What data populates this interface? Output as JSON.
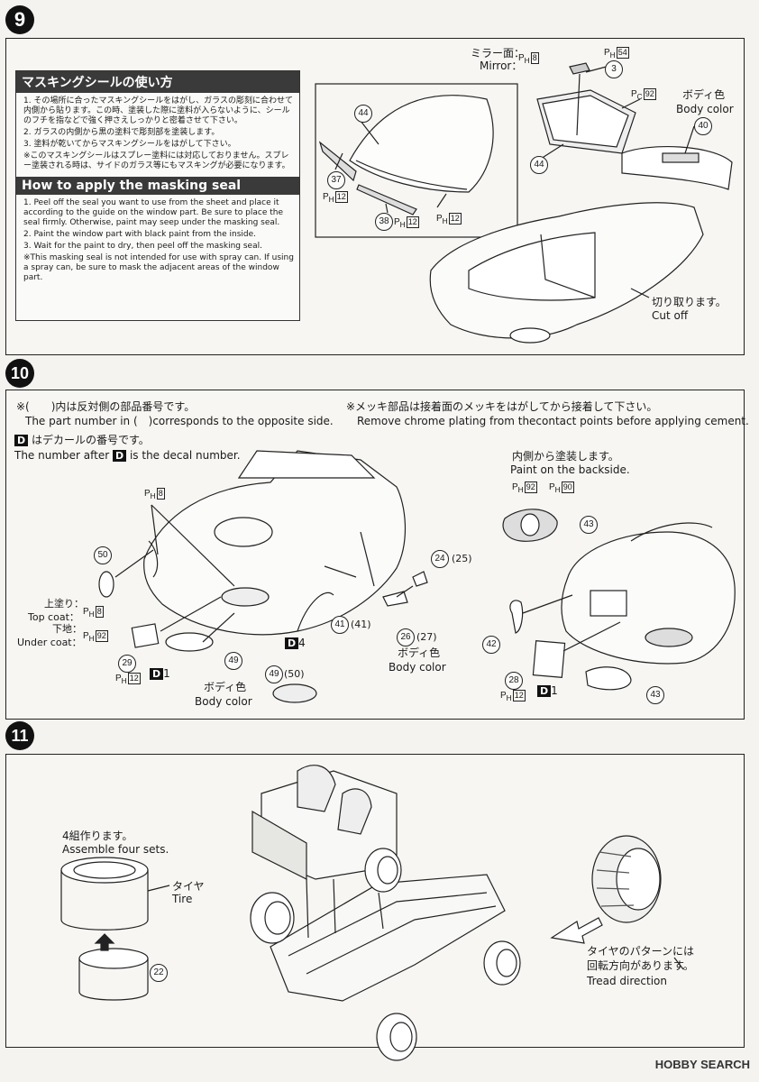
{
  "steps": {
    "s9": "9",
    "s10": "10",
    "s11": "11"
  },
  "step9": {
    "seal": {
      "jp_title": "マスキングシールの使い方",
      "jp_items": [
        "1. その場所に合ったマスキングシールをはがし、ガラスの彫刻に合わせて内側から貼ります。この時、塗装した際に塗料が入らないように、シールのフチを指などで強く押さえしっかりと密着させて下さい。",
        "2. ガラスの内側から黒の塗料で彫刻部を塗装します。",
        "3. 塗料が乾いてからマスキングシールをはがして下さい。",
        "※このマスキングシールはスプレー塗料には対応しておりません。スプレー塗装される時は、サイドのガラス等にもマスキングが必要になります。"
      ],
      "en_title": "How to apply the masking seal",
      "en_items": [
        "1. Peel off the seal you want to use from the sheet and place it according to the guide on the window part. Be sure to place the seal firmly. Otherwise, paint may seep under the masking seal.",
        "2. Paint the window part with black paint from the inside.",
        "3. Wait for the paint to dry, then peel off the masking seal.",
        "※This masking seal is not intended for use with spray can. If using a spray can, be sure to mask the adjacent areas of the window part."
      ]
    },
    "mirror_jp": "ミラー面：",
    "mirror_en": "Mirror：",
    "body_color_jp": "ボディ色",
    "body_color_en": "Body color",
    "cutoff_jp": "切り取ります。",
    "cutoff_en": "Cut off",
    "parts": [
      "44",
      "37",
      "38",
      "3",
      "44",
      "40"
    ],
    "paints": [
      "8",
      "54",
      "92",
      "12",
      "12",
      "12"
    ]
  },
  "step10": {
    "note1_jp": "※(　　)内は反対側の部品番号です。",
    "note1_en": "The part number in (　)corresponds to the opposite side.",
    "note2_jp": "※メッキ部品は接着面のメッキをはがしてから接着して下さい。",
    "note2_en": "Remove chrome plating from thecontact points before applying cement.",
    "decal_jp": "はデカールの番号です。",
    "decal_en_a": "The number after",
    "decal_en_b": "is the decal number.",
    "decal_letter": "D",
    "inside_jp": "内側から塗装します。",
    "inside_en": "Paint on the backside.",
    "topcoat_jp": "上塗り：",
    "topcoat_en": "Top coat：",
    "undercoat_jp": "下地：",
    "undercoat_en": "Under coat：",
    "body_color_jp": "ボディ色",
    "body_color_en": "Body color",
    "parts": [
      "50",
      "29",
      "49",
      "41",
      "41",
      "24",
      "25",
      "26",
      "27",
      "49",
      "50",
      "43",
      "42",
      "28",
      "43"
    ],
    "paints": [
      "8",
      "8",
      "92",
      "12",
      "92",
      "90",
      "12"
    ],
    "decals": [
      "4",
      "1",
      "1"
    ]
  },
  "step11": {
    "assemble_jp": "4組作ります。",
    "assemble_en": "Assemble four sets.",
    "tire_jp": "タイヤ",
    "tire_en": "Tire",
    "tread_jp1": "タイヤのパターンには",
    "tread_jp2": "回転方向があります。",
    "tread_en": "Tread direction",
    "part": "22"
  },
  "watermark": "HOBBY SEARCH"
}
